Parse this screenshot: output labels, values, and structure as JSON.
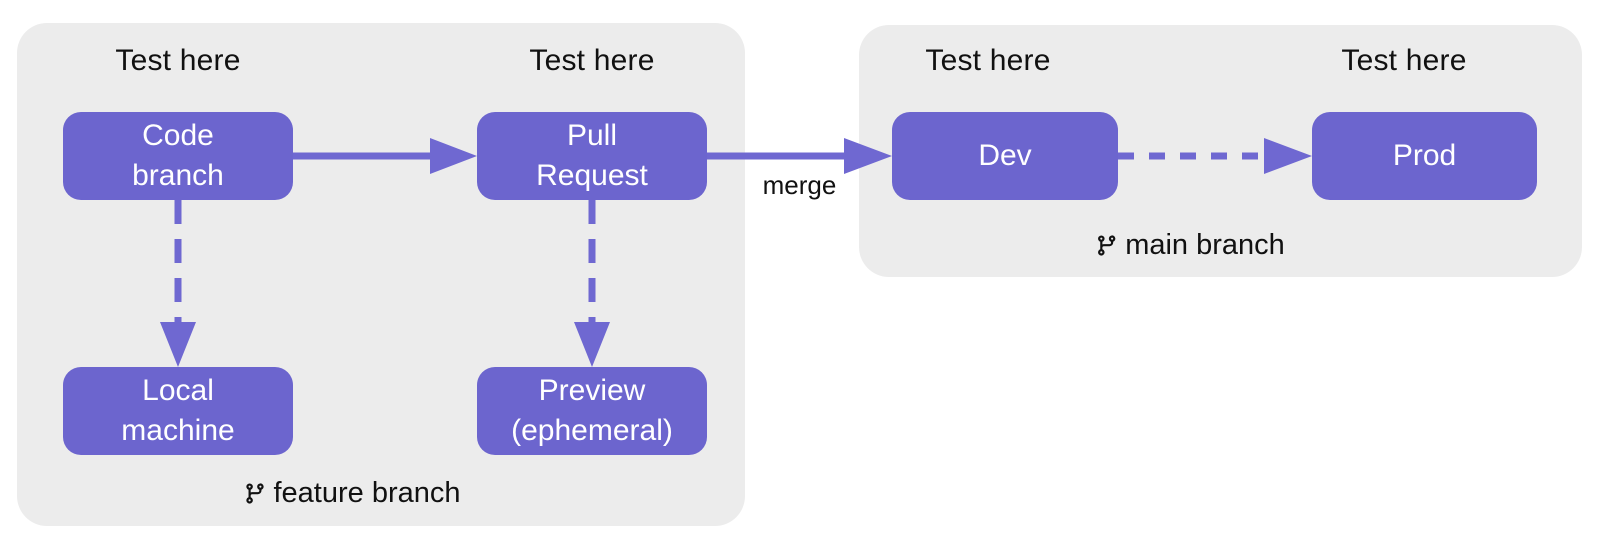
{
  "diagram": {
    "test_here": "Test here",
    "merge_label": "merge",
    "nodes": {
      "code_branch": "Code\nbranch",
      "pull_request": "Pull\nRequest",
      "dev": "Dev",
      "prod": "Prod",
      "local_machine": "Local\nmachine",
      "preview": "Preview\n(ephemeral)"
    },
    "branches": {
      "feature": "feature branch",
      "main": "main branch"
    },
    "icons": {
      "feature_branch_icon": "git-branch-icon",
      "main_branch_icon": "git-branch-icon"
    },
    "colors": {
      "node_fill": "#6C65CE",
      "arrow": "#6F68D1",
      "container_fill": "#ECECEC",
      "node_text": "#FFFFFF",
      "label_text": "#111111"
    }
  }
}
